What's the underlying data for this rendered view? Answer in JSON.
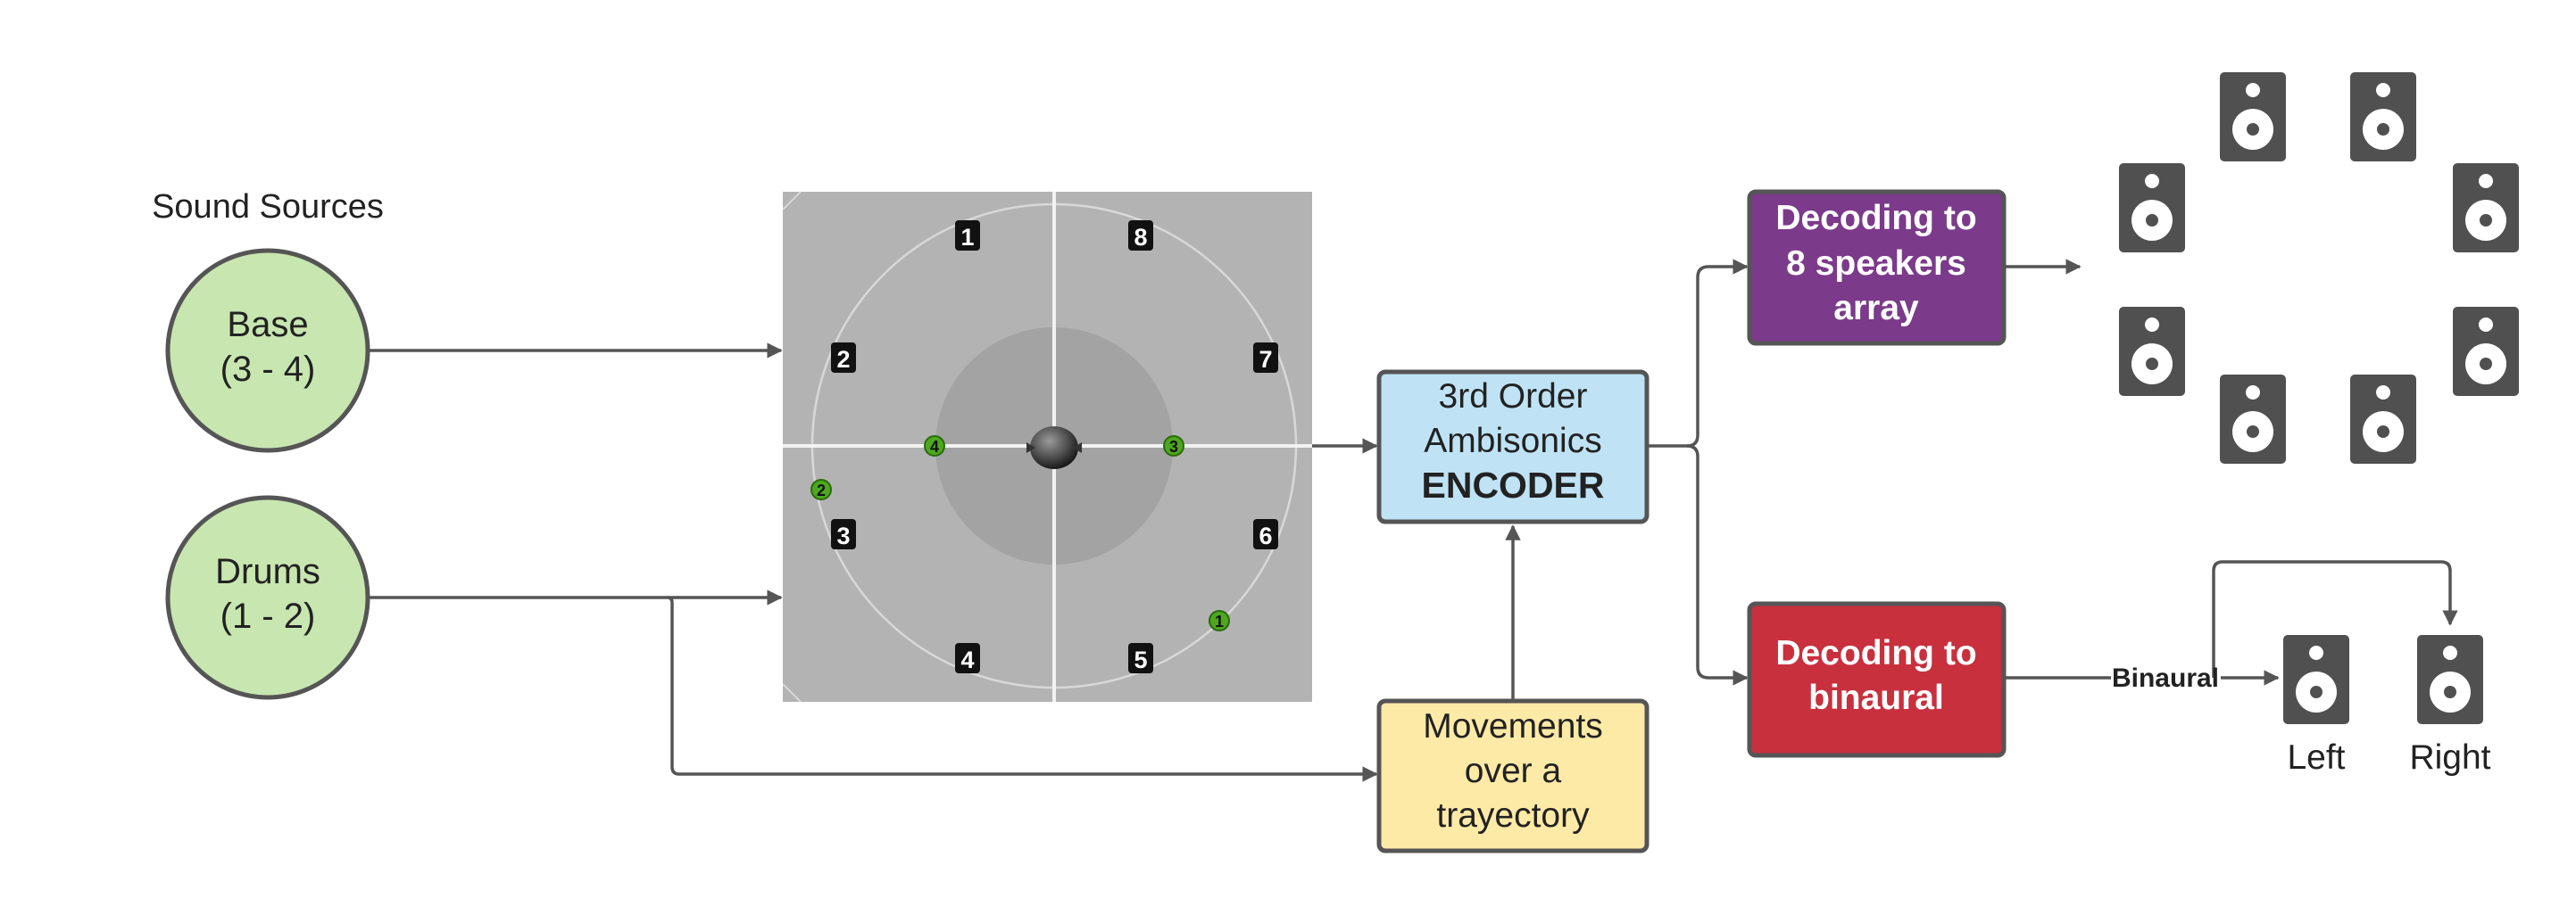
{
  "sources": {
    "heading": "Sound Sources",
    "base": {
      "line1": "Base",
      "line2": "(3 - 4)"
    },
    "drums": {
      "line1": "Drums",
      "line2": "(1 - 2)"
    }
  },
  "panner": {
    "speakers": [
      "1",
      "8",
      "2",
      "7",
      "3",
      "6",
      "4",
      "5"
    ],
    "sources": [
      "4",
      "3",
      "2",
      "1"
    ]
  },
  "encoder": {
    "line1": "3rd Order",
    "line2": "Ambisonics",
    "line3": "ENCODER"
  },
  "movements": {
    "line1": "Movements",
    "line2": "over a",
    "line3": "trayectory"
  },
  "decoder_speakers": {
    "line1": "Decoding to",
    "line2": "8 speakers",
    "line3": "array"
  },
  "decoder_binaural": {
    "line1": "Decoding to",
    "line2": "binaural"
  },
  "binaural_label": "Binaural",
  "outputs": {
    "left": "Left",
    "right": "Right"
  },
  "colors": {
    "source_fill": "#c8e6b0",
    "encoder_fill": "#bfe3f5",
    "movements_fill": "#fdeaa6",
    "decoder_speakers_fill": "#7b3a8a",
    "decoder_binaural_fill": "#c8303e",
    "speaker_fill": "#505050",
    "panner_bg": "#b3b3b3"
  }
}
